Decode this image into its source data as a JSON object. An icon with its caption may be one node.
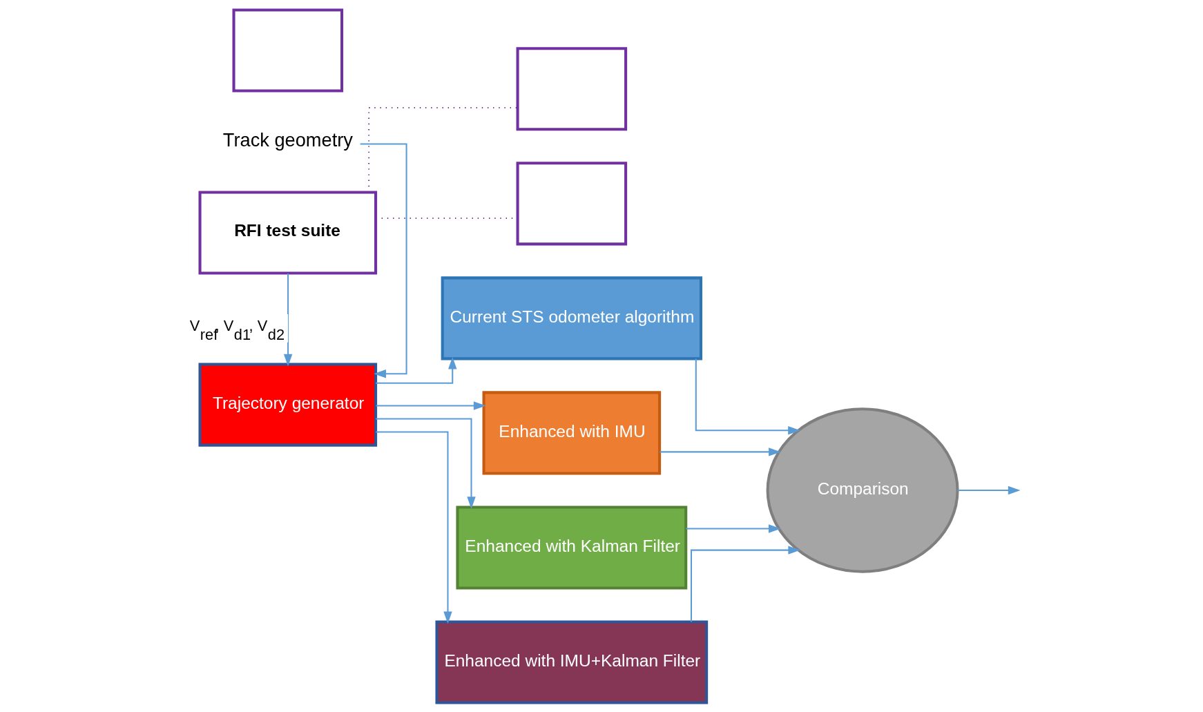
{
  "diagram": {
    "nodes": [
      {
        "text": [
          "Track geometry"
        ]
      },
      {
        "text": [
          "Trajectory generator"
        ]
      },
      {
        "text": [
          "RFI test suite"
        ]
      },
      {
        "text": [],
        "shape": "box"
      },
      {
        "text": [],
        "shape": "box"
      },
      {
        "text": [],
        "shape": "box"
      },
      {
        "text": [
          "Current STS odometer algorithm"
        ]
      },
      {
        "text": [
          "Enhanced with IMU"
        ]
      },
      {
        "text": [
          "Enhanced with Kalman Filter"
        ]
      },
      {
        "text": [
          "Enhanced with IMU+Kalman Filter"
        ]
      },
      {
        "text": [
          "Comparison"
        ]
      }
    ],
    "edges": [
      {
        "from": 0,
        "to": 1,
        "arrow": "to"
      },
      {
        "from": 2,
        "to": 1,
        "arrow": "to",
        "label": "V$_{ref}$, V$_{d1}$, V$_{d2}$"
      },
      {
        "from": 1,
        "to": 6,
        "arrow": "to"
      },
      {
        "from": 1,
        "to": 7,
        "arrow": "to"
      },
      {
        "from": 1,
        "to": 8,
        "arrow": "to"
      },
      {
        "from": 1,
        "to": 9,
        "arrow": "to"
      },
      {
        "from": 6,
        "to": 10,
        "arrow": "to"
      },
      {
        "from": 7,
        "to": 10,
        "arrow": "to"
      },
      {
        "from": 8,
        "to": 10,
        "arrow": "to"
      },
      {
        "from": 9,
        "to": 10,
        "arrow": "to"
      },
      {
        "from": 10,
        "to": null,
        "arrow": "to"
      },
      {
        "from": 2,
        "to": 3,
        "arrow": "none",
        "style": "dashed",
        "color": "#7030a0"
      },
      {
        "from": 2,
        "to": 5,
        "arrow": "none",
        "style": "dashed",
        "color": "#7030a0"
      }
    ]
  }
}
